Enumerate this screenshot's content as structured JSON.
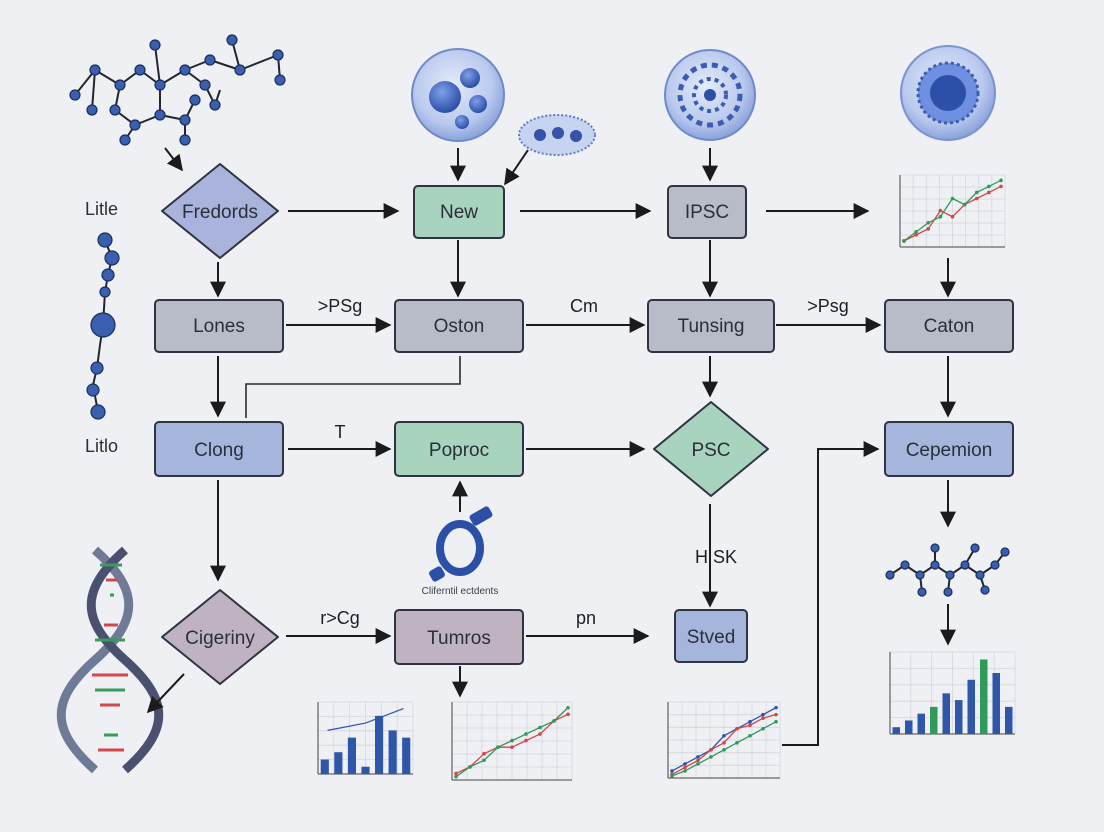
{
  "side_labels": {
    "top": "Litle",
    "bottom": "Litlo"
  },
  "nodes": {
    "predords": "Fredords",
    "new": "New",
    "ipsc": "IPSC",
    "lones": "Lones",
    "oston": "Oston",
    "tunsing": "Tunsing",
    "caton": "Caton",
    "clong": "Clong",
    "poproc": "Poproc",
    "psc": "PSC",
    "cepemion": "Cepemion",
    "cigeriny": "Cigeriny",
    "tumros": "Tumros",
    "stved": "Stved"
  },
  "edge_labels": {
    "lones_oston": ">PSg",
    "oston_tunsing": "Cm",
    "tunsing_caton": ">Psg",
    "clong_poproc": "T",
    "psc_stved": "H  SK",
    "cigeriny_tumros": "r>Cg",
    "tumros_stved": "pn"
  },
  "captions": {
    "bond_object": "Cliferntil ectdents"
  },
  "colors": {
    "purple_node": "#a9b3dc",
    "gray_node": "#b8bcc8",
    "green_node": "#a7d3bf",
    "blue_node": "#a5b5dc",
    "mauve_node": "#bfb3c2",
    "cell_blue": "#3e63b8",
    "series_red": "#d2484a",
    "series_green": "#2f9a5c",
    "series_blue": "#2f56a8"
  },
  "icons": {
    "molecules": [
      "molecule-icon"
    ],
    "cells": [
      "cell-icon"
    ],
    "dna": "dna-helix-icon",
    "bond": "bond-ring-icon"
  },
  "chart_data": [
    {
      "type": "line",
      "name": "top-right-mini",
      "series": [
        {
          "color": "red",
          "values": [
            1,
            2,
            3,
            6,
            5,
            7,
            8,
            9,
            10
          ]
        },
        {
          "color": "green",
          "values": [
            1,
            2.5,
            4,
            5,
            8,
            7,
            9,
            10,
            11
          ]
        }
      ]
    },
    {
      "type": "bar",
      "name": "bottom-left-mini",
      "values": [
        2,
        3,
        5,
        1,
        8,
        6,
        5
      ],
      "line": [
        6,
        6.5,
        7,
        8,
        9
      ]
    },
    {
      "type": "line",
      "name": "bottom-center-mini",
      "series": [
        {
          "color": "red",
          "values": [
            1,
            2,
            4,
            5,
            5,
            6,
            7,
            9,
            10
          ]
        },
        {
          "color": "green",
          "values": [
            0.5,
            2,
            3,
            5,
            6,
            7,
            8,
            9,
            11
          ]
        }
      ]
    },
    {
      "type": "line",
      "name": "bottom-right-center-mini",
      "series": [
        {
          "color": "blue",
          "values": [
            1,
            2,
            3,
            4,
            6,
            7,
            8,
            9,
            10
          ]
        },
        {
          "color": "red",
          "values": [
            0.5,
            1.5,
            2.5,
            4,
            5,
            7,
            7.5,
            8.5,
            9
          ]
        },
        {
          "color": "green",
          "values": [
            0.3,
            1,
            2,
            3,
            4,
            5,
            6,
            7,
            8
          ]
        }
      ]
    },
    {
      "type": "bar",
      "name": "right-mini",
      "values": [
        1,
        2,
        3,
        4,
        6,
        5,
        8,
        11,
        9,
        4
      ]
    }
  ]
}
